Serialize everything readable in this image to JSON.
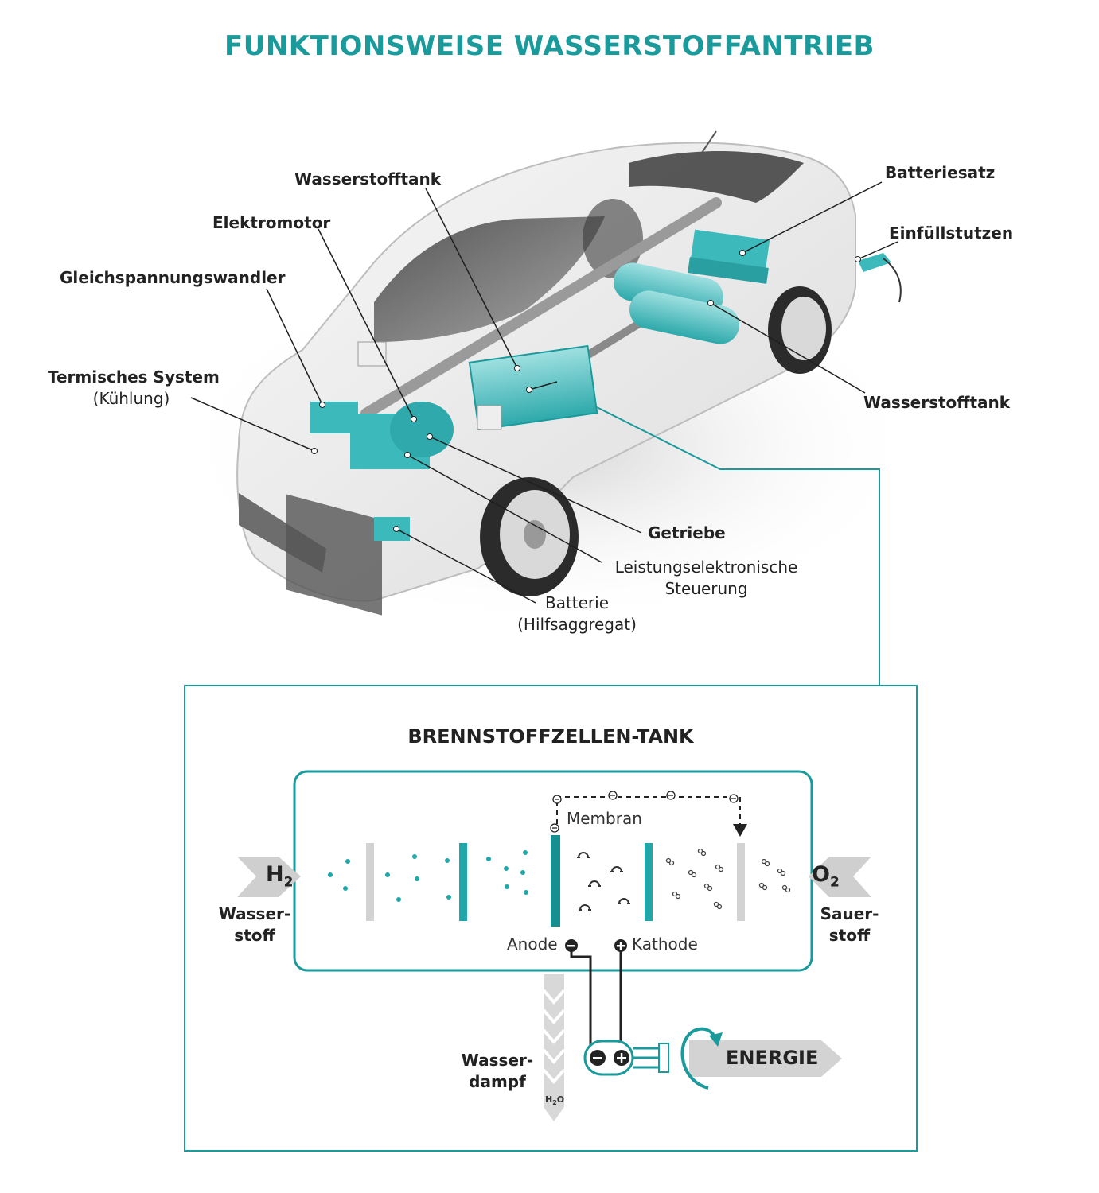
{
  "title": "FUNKTIONSWEISE WASSERSTOFFANTRIEB",
  "colors": {
    "accent": "#1b9a9c",
    "accent_light": "#48c3c5",
    "gray_arrow": "#cfcfcf",
    "text": "#222222"
  },
  "car_labels": {
    "wasserstofftank_top": "Wasserstofftank",
    "batteriesatz": "Batteriesatz",
    "elektromotor": "Elektromotor",
    "einfuellstutzen": "Einfüllstutzen",
    "gleichspannungswandler": "Gleichspannungswandler",
    "termisches_system": "Termisches System",
    "termisches_system_sub": "(Kühlung)",
    "wasserstofftank_right": "Wasserstofftank",
    "getriebe": "Getriebe",
    "leistungselektronik_1": "Leistungselektronische",
    "leistungselektronik_2": "Steuerung",
    "batterie": "Batterie",
    "batterie_sub": "(Hilfsaggregat)"
  },
  "fuel_cell": {
    "title": "BRENNSTOFFZELLEN-TANK",
    "membrane": "Membran",
    "anode": "Anode",
    "cathode": "Kathode",
    "h2_main": "H",
    "h2_sub": "2",
    "o2_main": "O",
    "o2_sub": "2",
    "hydrogen_1": "Wasser-",
    "hydrogen_2": "stoff",
    "oxygen_1": "Sauer-",
    "oxygen_2": "stoff",
    "vapor_1": "Wasser-",
    "vapor_2": "dampf",
    "h2o_main": "H",
    "h2o_sub": "2",
    "h2o_end": "O",
    "energy": "ENERGIE",
    "minus": "−",
    "plus": "+"
  }
}
